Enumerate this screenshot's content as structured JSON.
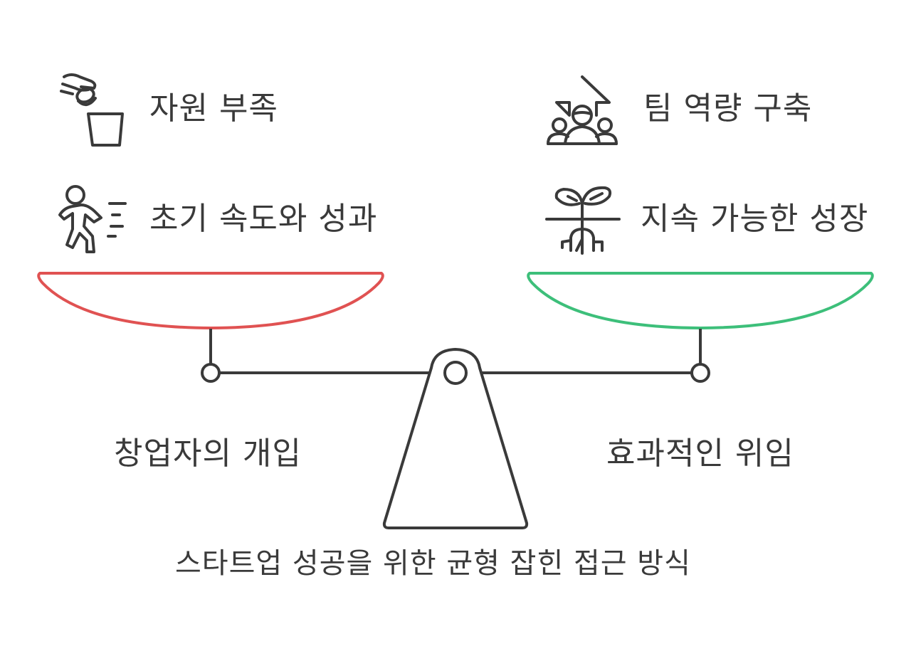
{
  "diagram": {
    "left": {
      "items": [
        {
          "label": "자원 부족",
          "icon": "coin-into-bucket-icon"
        },
        {
          "label": "초기 속도와 성과",
          "icon": "running-person-icon"
        }
      ],
      "pan_label": "창업자의 개입",
      "color": "#e05252"
    },
    "right": {
      "items": [
        {
          "label": "팀 역량 구축",
          "icon": "team-growth-arrow-icon"
        },
        {
          "label": "지속 가능한 성장",
          "icon": "sprouting-plant-icon"
        }
      ],
      "pan_label": "효과적인 위임",
      "color": "#3dbf7a"
    },
    "caption": "스타트업 성공을 위한 균형 잡힌 접근 방식"
  }
}
